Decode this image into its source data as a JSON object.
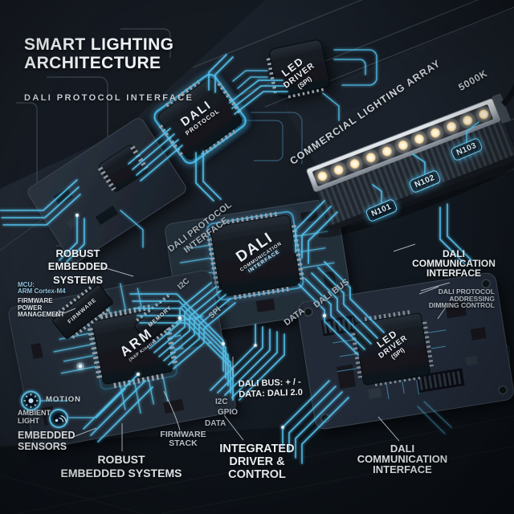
{
  "header": {
    "title": "SMART LIGHTING\nARCHITECTURE",
    "subtitle": "DALI PROTOCOL INTERFACE"
  },
  "chips": {
    "led_driver_top": {
      "l1": "LED",
      "l2": "DRIVER",
      "l3": "(SPI)"
    },
    "dali_protocol": {
      "l1": "DALI",
      "l2": "PROTOCOL"
    },
    "dali_comm": {
      "l1": "DALI",
      "l2": "COMMUNICATION",
      "l3": "INTERFACE"
    },
    "arm": {
      "l1": "ARM",
      "l2": "(NXP Kinetis)"
    },
    "firmware": "FIRMWARE",
    "memory": "MEMORY",
    "led_driver_right": {
      "l1": "LED",
      "l2": "DRIVER",
      "l3": "(SPI)"
    }
  },
  "lighting": {
    "label": "COMMERCIAL LIGHTING ARRAY",
    "color_temp": "5000K",
    "nodes": [
      "N101",
      "N102",
      "N103"
    ],
    "led_count": 11
  },
  "annotations": {
    "dali_protocol_interface": "DALI PROTOCOL\nINTERFACE",
    "robust_left": "ROBUST\nEMBEDDED\nSYSTEMS",
    "mcu": "MCU:\nARM Cortex-M4",
    "firmware_power": "FIRMWARE\nPOWER\nMANAGEMENT",
    "bus_i2c": "I2C",
    "bus_spi": "SPI",
    "bus_data": "DATA",
    "bus_dali": "DALI BUS",
    "motion": "MOTION",
    "ambient": "AMBIENT\nLIGHT",
    "embedded_sensors": "EMBEDDED\nSENSORS",
    "firmware_stack": "FIRMWARE\nSTACK",
    "io_i2c": "I2C",
    "io_gpio": "GPIO",
    "io_data": "DATA",
    "robust_bottom": "ROBUST\nEMBEDDED SYSTEMS",
    "integrated": "INTEGRATED\nDRIVER &\nCONTROL",
    "bus_spec": "DALI BUS: + / -\nDATA: DALI 2.0",
    "dali_comm_right": "DALI\nCOMMUNICATION\nINTERFACE",
    "dali_addressing": "DALI PROTOCOL\nADDRESSING\nDIMMING CONTROL",
    "dali_comm_bottom": "DALI\nCOMMUNICATION\nINTERFACE"
  },
  "colors": {
    "accent_glow": "#55c5f2",
    "led_warm": "#ffeec9",
    "text_primary": "#eef2f5",
    "text_muted": "#a8b1ba",
    "mcu_accent": "#8fc0da"
  }
}
